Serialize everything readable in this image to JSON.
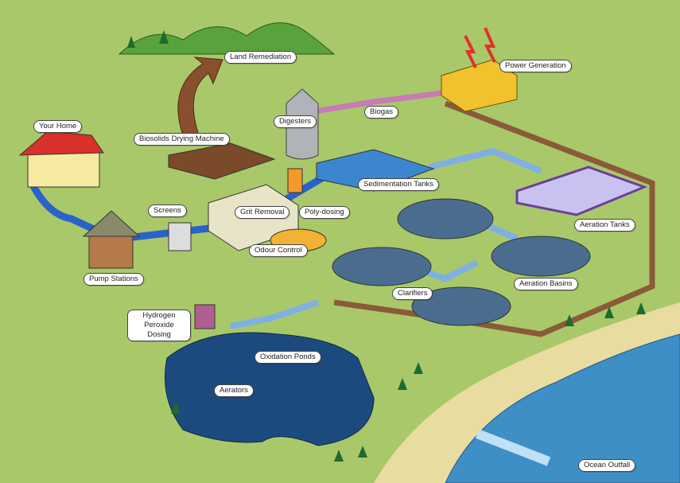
{
  "title": "Wastewater treatment process",
  "labels": {
    "land_remediation": "Land Remediation",
    "power_generation": "Power Generation",
    "digesters": "Digesters",
    "biogas": "Biogas",
    "your_home": "Your Home",
    "biosolids_drying_machine": "Biosolids Drying Machine",
    "sedimentation_tanks": "Sedimentation Tanks",
    "screens": "Screens",
    "grit_removal": "Grit Removal",
    "poly_dosing": "Poly-dosing",
    "aeration_tanks": "Aeration Tanks",
    "odour_control": "Odour Control",
    "pump_stations": "Pump Stations",
    "aeration_basins": "Aeration Basins",
    "clarifiers": "Clarifiers",
    "hydrogen_peroxide_dosing": "Hydrogen Peroxide Dosing",
    "oxidation_ponds": "Oxidation Ponds",
    "aerators": "Aerators",
    "ocean_outfall": "Ocean Outfall"
  },
  "colors": {
    "grass": "#a9c86a",
    "water_pipe": "#2a62c9",
    "ocean": "#3f8fc7",
    "pond": "#1d4a7e",
    "return_pipe": "#8a5a3a",
    "biogas_pipe": "#c77bb7",
    "generator": "#f2c12e"
  }
}
